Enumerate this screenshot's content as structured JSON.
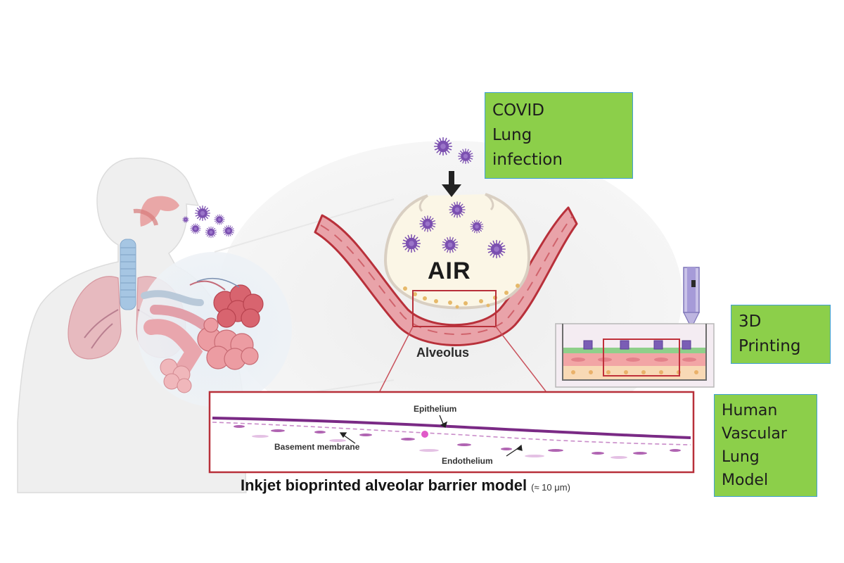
{
  "labels": {
    "covid_box": [
      "COVID",
      "Lung",
      "infection"
    ],
    "printing_box": [
      "3D",
      "Printing"
    ],
    "model_box": [
      "Human",
      "Vascular",
      "Lung",
      "Model"
    ],
    "air": "AIR",
    "alveolus": "Alveolus",
    "epithelium": "Epithelium",
    "basement_membrane": "Basement membrane",
    "endothelium": "Endothelium",
    "caption": "Inkjet bioprinted alveolar barrier model",
    "caption_scale": "(≈ 10 μm)"
  },
  "colors": {
    "callout_fill": "#8ccf4a",
    "callout_border": "#3f9fd6",
    "virus": "#7b4fb0",
    "tissue_pink": "#e8a0a8",
    "tissue_red": "#b8303a",
    "highlight_box": "#b8303a",
    "air_fill": "#fbf6e6",
    "stain_purple": "#8a2a8e"
  },
  "icons": [
    "virus-icon",
    "arrow-down-icon",
    "human-body-icon",
    "lungs-icon",
    "alveoli-cluster-icon",
    "bioprinter-nozzle-icon",
    "culture-well-icon"
  ]
}
